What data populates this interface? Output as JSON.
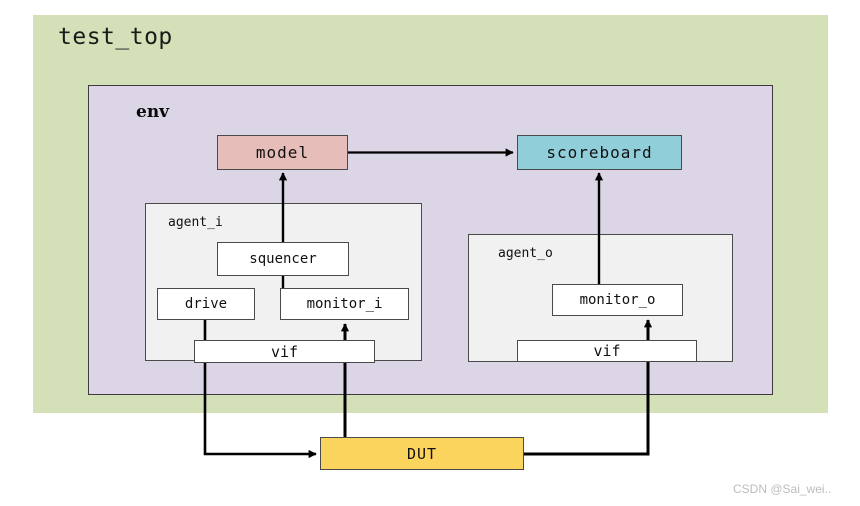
{
  "diagram": {
    "title": "test_top",
    "env_label": "env",
    "colors": {
      "test_top_bg": "#d4e0b7",
      "env_bg": "#dbd5e6",
      "agent_bg": "#f1f1f1",
      "model_fill": "#e6bdb8",
      "scoreboard_fill": "#90ced9",
      "dut_fill": "#fbd45e",
      "box_stroke": "#4a4a4a",
      "wire": "#000000"
    }
  },
  "nodes": {
    "model": "model",
    "scoreboard": "scoreboard",
    "agent_i": "agent_i",
    "agent_o": "agent_o",
    "squencer": "squencer",
    "drive": "drive",
    "monitor_i": "monitor_i",
    "monitor_o": "monitor_o",
    "vif_i": "vif",
    "vif_o": "vif",
    "dut": "DUT"
  },
  "connections": [
    {
      "from": "model",
      "to": "scoreboard",
      "style": "arrow-right"
    },
    {
      "from": "monitor_i",
      "to": "model",
      "style": "arrow-up"
    },
    {
      "from": "monitor_o",
      "to": "scoreboard",
      "style": "arrow-up"
    },
    {
      "from": "drive",
      "to": "dut",
      "style": "arrow-right"
    },
    {
      "from": "dut",
      "to": "monitor_i",
      "style": "arrow-up"
    },
    {
      "from": "dut",
      "to": "monitor_o",
      "style": "arrow-up"
    }
  ],
  "watermark": "CSDN @Sai_wei.."
}
